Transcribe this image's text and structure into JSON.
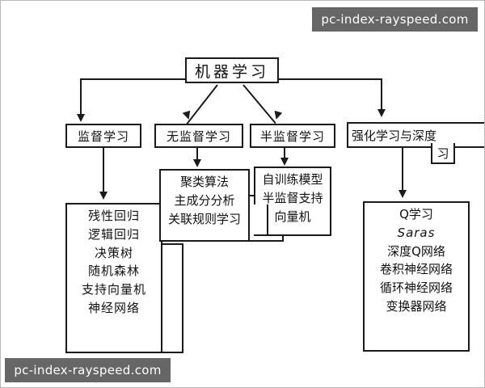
{
  "diagram": {
    "root": {
      "label": "机器学习"
    },
    "level2": [
      {
        "id": "supervised",
        "label": "监督学习"
      },
      {
        "id": "unsupervised",
        "label": "无监督学习"
      },
      {
        "id": "semi",
        "label": "半监督学习"
      },
      {
        "id": "reinforce",
        "label": "强化学习与深度",
        "label_wrap": "习"
      }
    ],
    "leaves": {
      "supervised": [
        "残性回归",
        "逻辑回归",
        "决策树",
        "随机森林",
        "支持向量机",
        "神经网络"
      ],
      "unsupervised": [
        "聚类算法",
        "主成分分析",
        "关联规则学习"
      ],
      "semi": [
        "自训练模型",
        "半监督支持",
        "向量机"
      ],
      "reinforce": [
        "Q学习",
        "Saras",
        "深度Q网络",
        "卷积神经网络",
        "循环神经网络",
        "变换器网络"
      ]
    }
  },
  "watermark": {
    "top": "pc-index-rayspeed.com",
    "bottom": "pc-index-rayspeed.com"
  },
  "colors": {
    "ink": "#1a1a1a",
    "paper": "#ffffff",
    "watermark_bg": "#666666",
    "watermark_text": "#ffffff"
  }
}
